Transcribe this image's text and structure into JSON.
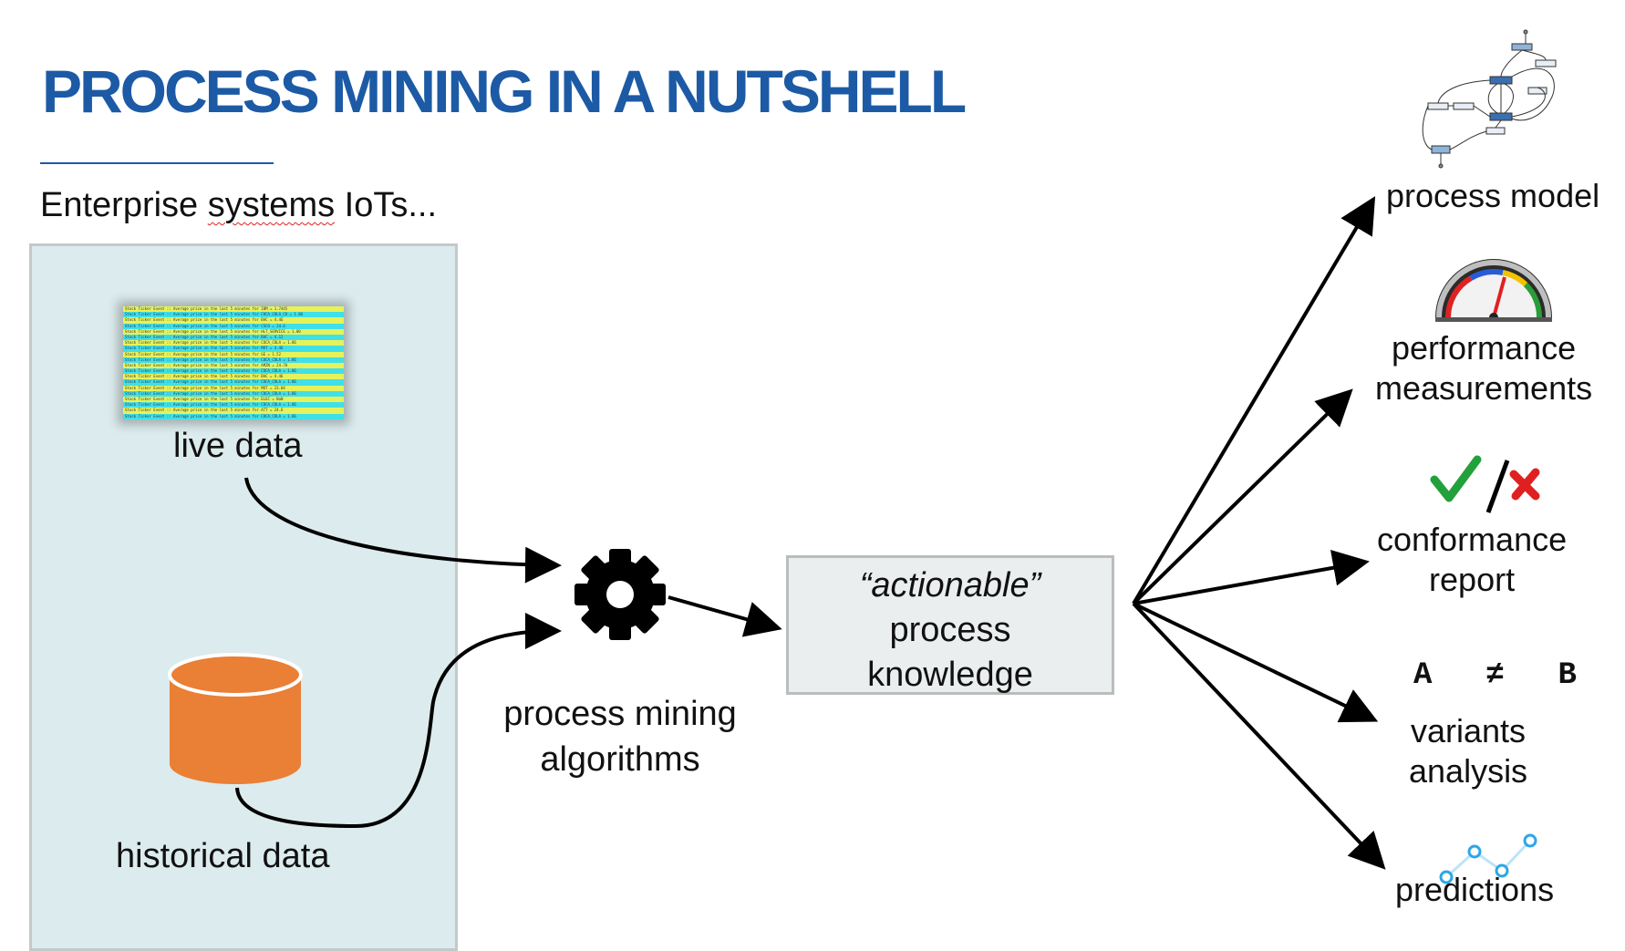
{
  "title": "PROCESS MINING IN A NUTSHELL",
  "subtitle": {
    "before": "Enterprise ",
    "squiggly": "systems",
    "after": " IoTs..."
  },
  "sources": {
    "live_label": "live data",
    "historical_label": "historical data",
    "database_color": "#ea7f36"
  },
  "algorithms": {
    "label_line1": "process mining",
    "label_line2": "algorithms",
    "icon": "gear-icon"
  },
  "knowledge": {
    "line1": "“actionable”",
    "line2": "process",
    "line3": "knowledge"
  },
  "outputs": {
    "model": {
      "label": "process model",
      "icon": "process-model-graph-icon"
    },
    "performance": {
      "line1": "performance",
      "line2": "measurements",
      "icon": "speedometer-icon"
    },
    "conformance": {
      "line1": "conformance",
      "line2": "report",
      "icon": "check-cross-icon",
      "check_color": "#22a03c",
      "cross_color": "#e02020"
    },
    "variants": {
      "a": "A",
      "neq": "≠",
      "b": "B",
      "line1": "variants",
      "line2": "analysis"
    },
    "predictions": {
      "label": "predictions",
      "icon": "prediction-line-icon",
      "color": "#2ea6e6"
    }
  },
  "colors": {
    "title": "#1c5aa6",
    "panel": "#dcebed",
    "arrow": "#000000"
  }
}
